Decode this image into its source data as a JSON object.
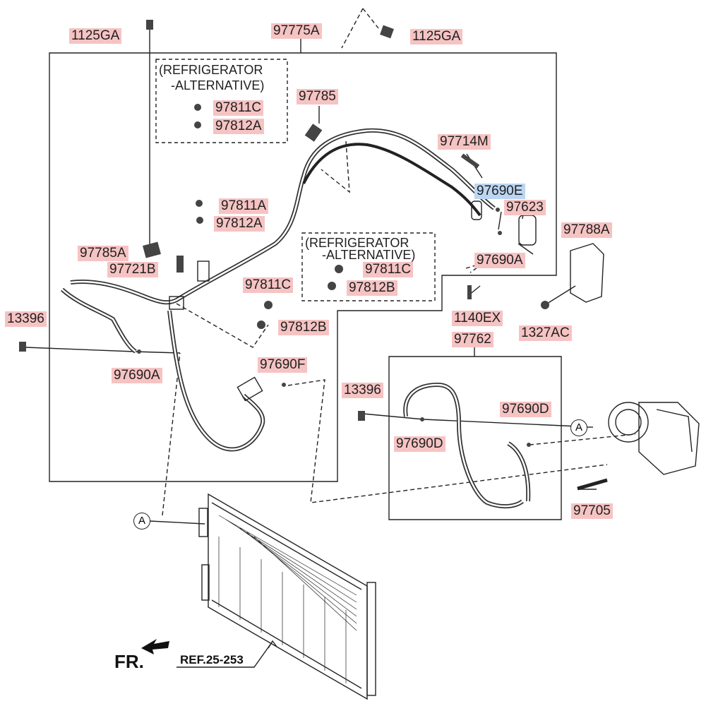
{
  "diagram": {
    "part_labels": [
      "1125GA",
      "97775A",
      "1125GA",
      "97785",
      "97714M",
      "97690E",
      "97623",
      "97788A",
      "97811C",
      "97812A",
      "97811A",
      "97812A",
      "97785A",
      "97721B",
      "97811C",
      "97812B",
      "97690A",
      "97811C",
      "97812B",
      "1140EX",
      "1327AC",
      "13396",
      "97690A",
      "97690F",
      "97762",
      "13396",
      "97690D",
      "97690D",
      "97705"
    ],
    "selected_label": "97690E",
    "alt_note_1": [
      "(REFRIGERATOR",
      "-ALTERNATIVE)"
    ],
    "alt_note_2": [
      "(REFRIGERATOR",
      "-ALTERNATIVE)"
    ],
    "callout_a": "A",
    "callout_a2": "A",
    "front_marker": "FR.",
    "reference": "REF.25-253"
  },
  "colors": {
    "label_bg": "#f6c3c3",
    "selected_bg": "#bcd6f2",
    "line": "#222222"
  }
}
